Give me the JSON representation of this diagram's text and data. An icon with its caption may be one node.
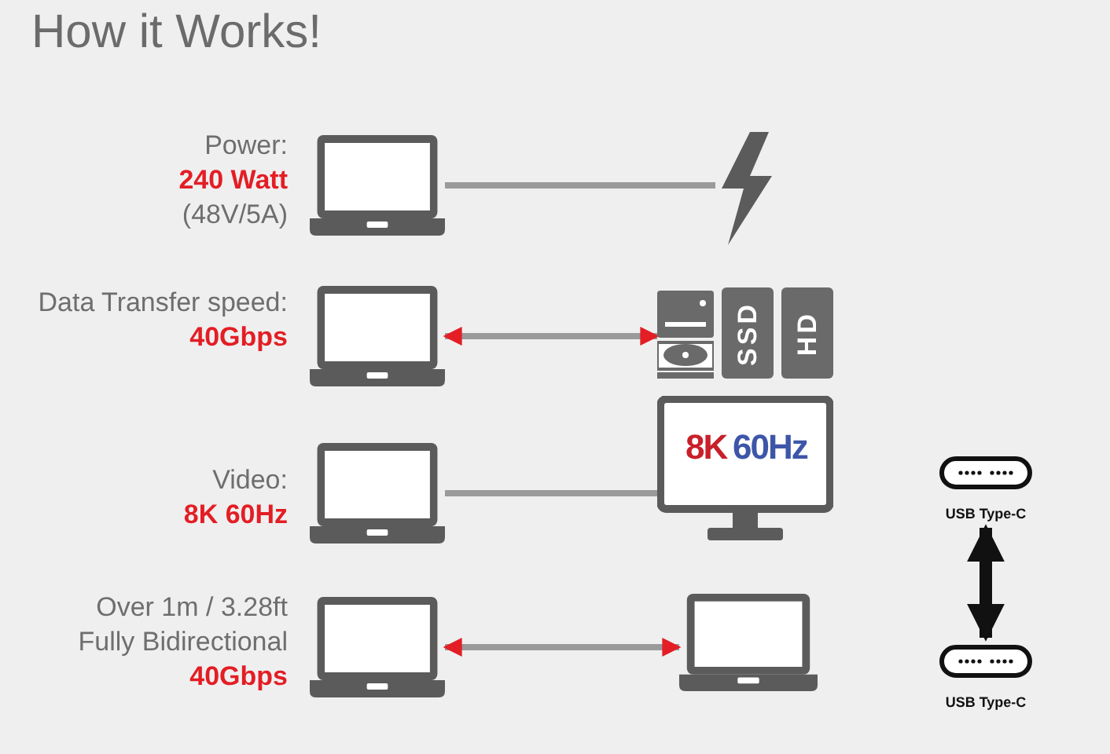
{
  "diagram": {
    "title": "How it Works!",
    "nodes": [
      {
        "text": [],
        "shape": "picture",
        "beside": [
          "Power: **240 Watt** (48V/5A)"
        ]
      },
      {
        "text": [],
        "shape": "picture"
      },
      {
        "text": [],
        "shape": "picture",
        "beside": [
          "Data Transfer speed: **40Gbps**"
        ]
      },
      {
        "text": [],
        "shape": "picture"
      },
      {
        "text": [
          "SSD"
        ]
      },
      {
        "text": [
          "HD"
        ]
      },
      {
        "text": [],
        "shape": "picture",
        "beside": [
          "Video: **8K 60Hz**"
        ]
      },
      {
        "text": [
          "8K",
          "60Hz"
        ]
      },
      {
        "text": [],
        "shape": "picture",
        "beside": [
          "Over 1m / 3.28ft Fully Bidirectional **40Gbps**"
        ]
      },
      {
        "text": [],
        "shape": "picture"
      },
      {
        "text": [
          "USB Type-C"
        ]
      },
      {
        "text": [
          "USB Type-C"
        ]
      }
    ],
    "edges": [
      {
        "from": 0,
        "to": 1,
        "arrow": "none"
      },
      {
        "from": 2,
        "to": 3,
        "arrow": "both"
      },
      {
        "from": 6,
        "to": 7,
        "arrow": "none"
      },
      {
        "from": 8,
        "to": 9,
        "arrow": "both"
      },
      {
        "from": 10,
        "to": 11,
        "arrow": "both",
        "style": "thick",
        "color": "#111111"
      }
    ]
  }
}
